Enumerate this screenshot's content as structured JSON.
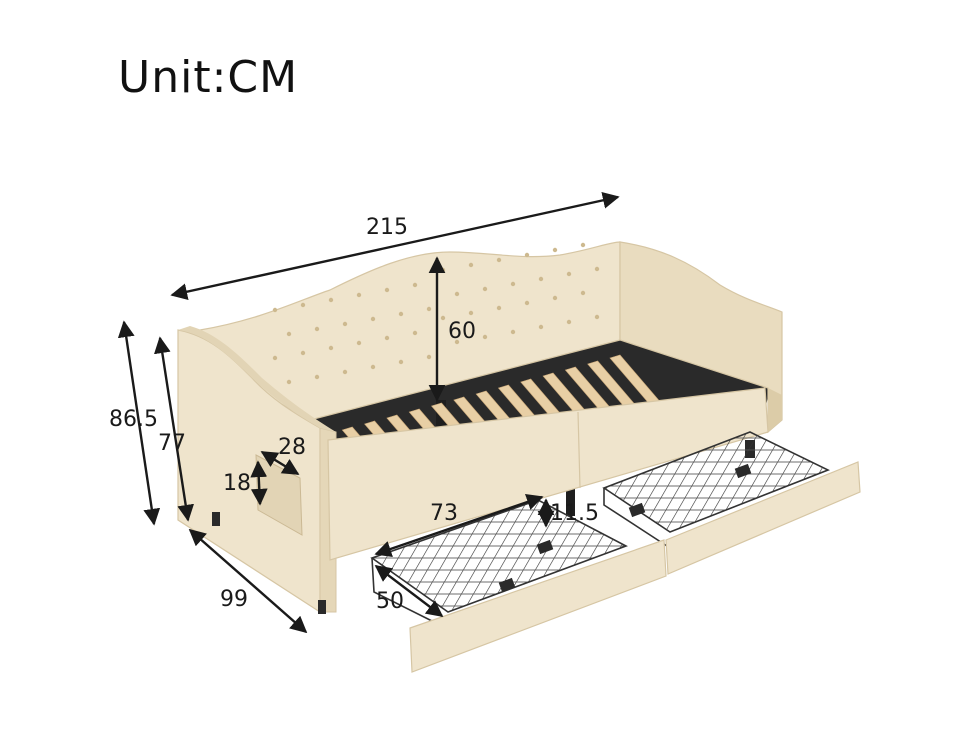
{
  "unit_label": "Unit:CM",
  "colors": {
    "fabric": "#efe4cc",
    "fabric_shade": "#e2d4b5",
    "fabric_dark": "#d3c29f",
    "slat": "#e8cfa5",
    "frame": "#2a2a2a",
    "wire": "#333333",
    "arrow": "#1a1a1a"
  },
  "dimensions": {
    "overall_length": "215",
    "backrest_height": "60",
    "total_height": "86.5",
    "arm_height": "77",
    "pocket_width": "28",
    "pocket_height": "18",
    "depth": "99",
    "drawer_length": "73",
    "drawer_height": "11.5",
    "drawer_depth": "50"
  }
}
